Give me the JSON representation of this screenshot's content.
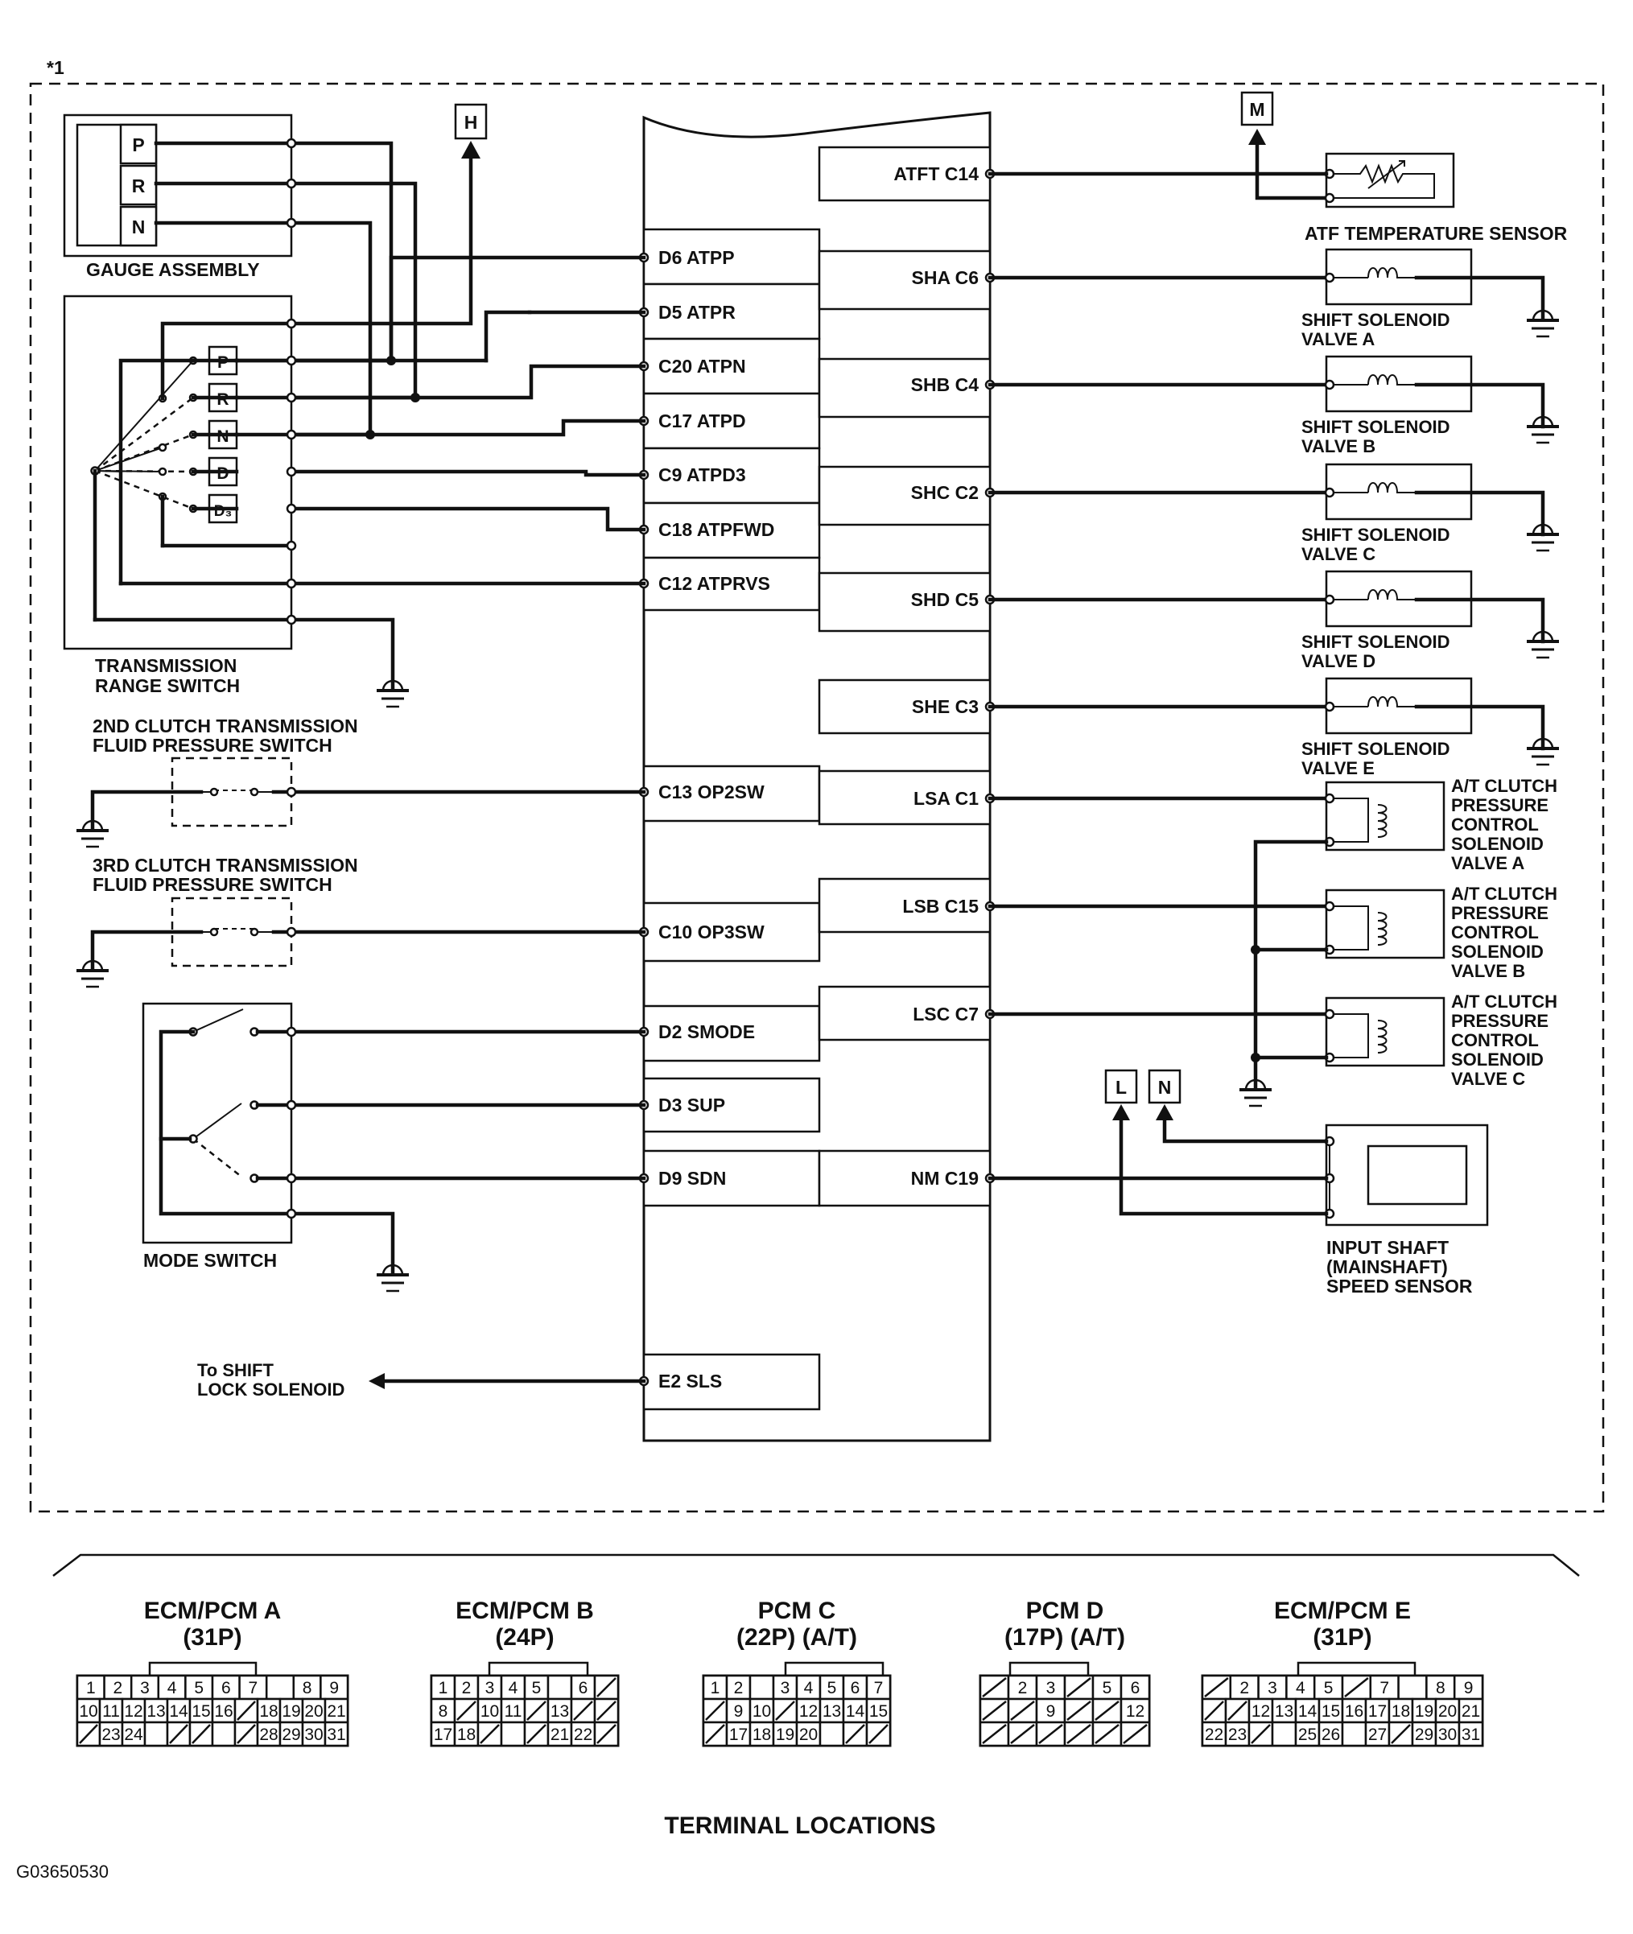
{
  "figure_marks": {
    "note": "*1",
    "figure_id": "G03650530",
    "terminal_locations_title": "TERMINAL LOCATIONS"
  },
  "components": {
    "gauge_assembly": {
      "label": "GAUGE ASSEMBLY",
      "positions": [
        "P",
        "R",
        "N"
      ]
    },
    "transmission_range_switch": {
      "label_lines": [
        "TRANSMISSION",
        "RANGE SWITCH"
      ],
      "positions": [
        "P",
        "R",
        "N",
        "D",
        "D₃"
      ]
    },
    "clutch2_switch": {
      "label_lines": [
        "2ND CLUTCH TRANSMISSION",
        "FLUID PRESSURE SWITCH"
      ]
    },
    "clutch3_switch": {
      "label_lines": [
        "3RD CLUTCH TRANSMISSION",
        "FLUID PRESSURE SWITCH"
      ]
    },
    "mode_switch": {
      "label": "MODE SWITCH"
    },
    "shift_lock": {
      "label_lines": [
        "To SHIFT",
        "LOCK SOLENOID"
      ]
    },
    "atf_sensor": {
      "label": "ATF TEMPERATURE SENSOR"
    },
    "shift_solenoids": [
      {
        "label_lines": [
          "SHIFT SOLENOID",
          "VALVE A"
        ]
      },
      {
        "label_lines": [
          "SHIFT SOLENOID",
          "VALVE B"
        ]
      },
      {
        "label_lines": [
          "SHIFT SOLENOID",
          "VALVE C"
        ]
      },
      {
        "label_lines": [
          "SHIFT SOLENOID",
          "VALVE D"
        ]
      },
      {
        "label_lines": [
          "SHIFT SOLENOID",
          "VALVE E"
        ]
      }
    ],
    "pressure_solenoids": [
      {
        "label_lines": [
          "A/T CLUTCH",
          "PRESSURE",
          "CONTROL",
          "SOLENOID",
          "VALVE A"
        ]
      },
      {
        "label_lines": [
          "A/T CLUTCH",
          "PRESSURE",
          "CONTROL",
          "SOLENOID",
          "VALVE B"
        ]
      },
      {
        "label_lines": [
          "A/T CLUTCH",
          "PRESSURE",
          "CONTROL",
          "SOLENOID",
          "VALVE C"
        ]
      }
    ],
    "input_shaft_sensor": {
      "label_lines": [
        "INPUT SHAFT",
        "(MAINSHAFT)",
        "SPEED SENSOR"
      ]
    }
  },
  "connectors_offpage": [
    "H",
    "M",
    "L",
    "N"
  ],
  "pcm_terminals": {
    "left": [
      "D6 ATPP",
      "D5 ATPR",
      "C20 ATPN",
      "C17 ATPD",
      "C9 ATPD3",
      "C18 ATPFWD",
      "C12 ATPRVS",
      "C13 OP2SW",
      "C10 OP3SW",
      "D2 SMODE",
      "D3 SUP",
      "D9 SDN",
      "E2 SLS"
    ],
    "right": [
      "ATFT C14",
      "SHA C6",
      "SHB C4",
      "SHC C2",
      "SHD C5",
      "SHE C3",
      "LSA C1",
      "LSB C15",
      "LSC C7",
      "NM C19"
    ]
  },
  "terminal_connectors": [
    {
      "title": "ECM/PCM A",
      "subtitle": "(31P)",
      "rows": [
        [
          "1",
          "2",
          "3",
          "4",
          "5",
          "6",
          "7",
          "",
          "8",
          "9"
        ],
        [
          "10",
          "11",
          "12",
          "13",
          "14",
          "15",
          "16",
          "/",
          "18",
          "19",
          "20",
          "21"
        ],
        [
          "/",
          "23",
          "24",
          "",
          "/",
          "/",
          "",
          "/",
          "28",
          "29",
          "30",
          "31"
        ]
      ]
    },
    {
      "title": "ECM/PCM B",
      "subtitle": "(24P)",
      "rows": [
        [
          "1",
          "2",
          "3",
          "4",
          "5",
          "",
          "6",
          "/"
        ],
        [
          "8",
          "/",
          "10",
          "11",
          "/",
          "13",
          "/",
          "/"
        ],
        [
          "17",
          "18",
          "/",
          "",
          "/",
          "21",
          "22",
          "/"
        ]
      ]
    },
    {
      "title": "PCM C",
      "subtitle": "(22P) (A/T)",
      "rows": [
        [
          "1",
          "2",
          "",
          "3",
          "4",
          "5",
          "6",
          "7"
        ],
        [
          "/",
          "9",
          "10",
          "/",
          "12",
          "13",
          "14",
          "15"
        ],
        [
          "/",
          "17",
          "18",
          "19",
          "20",
          "",
          "/",
          "/"
        ]
      ]
    },
    {
      "title": "PCM D",
      "subtitle": "(17P) (A/T)",
      "rows": [
        [
          "/",
          "2",
          "3",
          "/",
          "5",
          "6"
        ],
        [
          "/",
          "/",
          "9",
          "/",
          "/",
          "12"
        ],
        [
          "/",
          "/",
          "/",
          "/",
          "/",
          "/"
        ]
      ]
    },
    {
      "title": "ECM/PCM E",
      "subtitle": "(31P)",
      "rows": [
        [
          "/",
          "2",
          "3",
          "4",
          "5",
          "/",
          "7",
          "",
          "8",
          "9"
        ],
        [
          "/",
          "/",
          "12",
          "13",
          "14",
          "15",
          "16",
          "17",
          "18",
          "19",
          "20",
          "21"
        ],
        [
          "22",
          "23",
          "/",
          "",
          "25",
          "26",
          "",
          "27",
          "/",
          "29",
          "30",
          "31"
        ]
      ]
    }
  ]
}
